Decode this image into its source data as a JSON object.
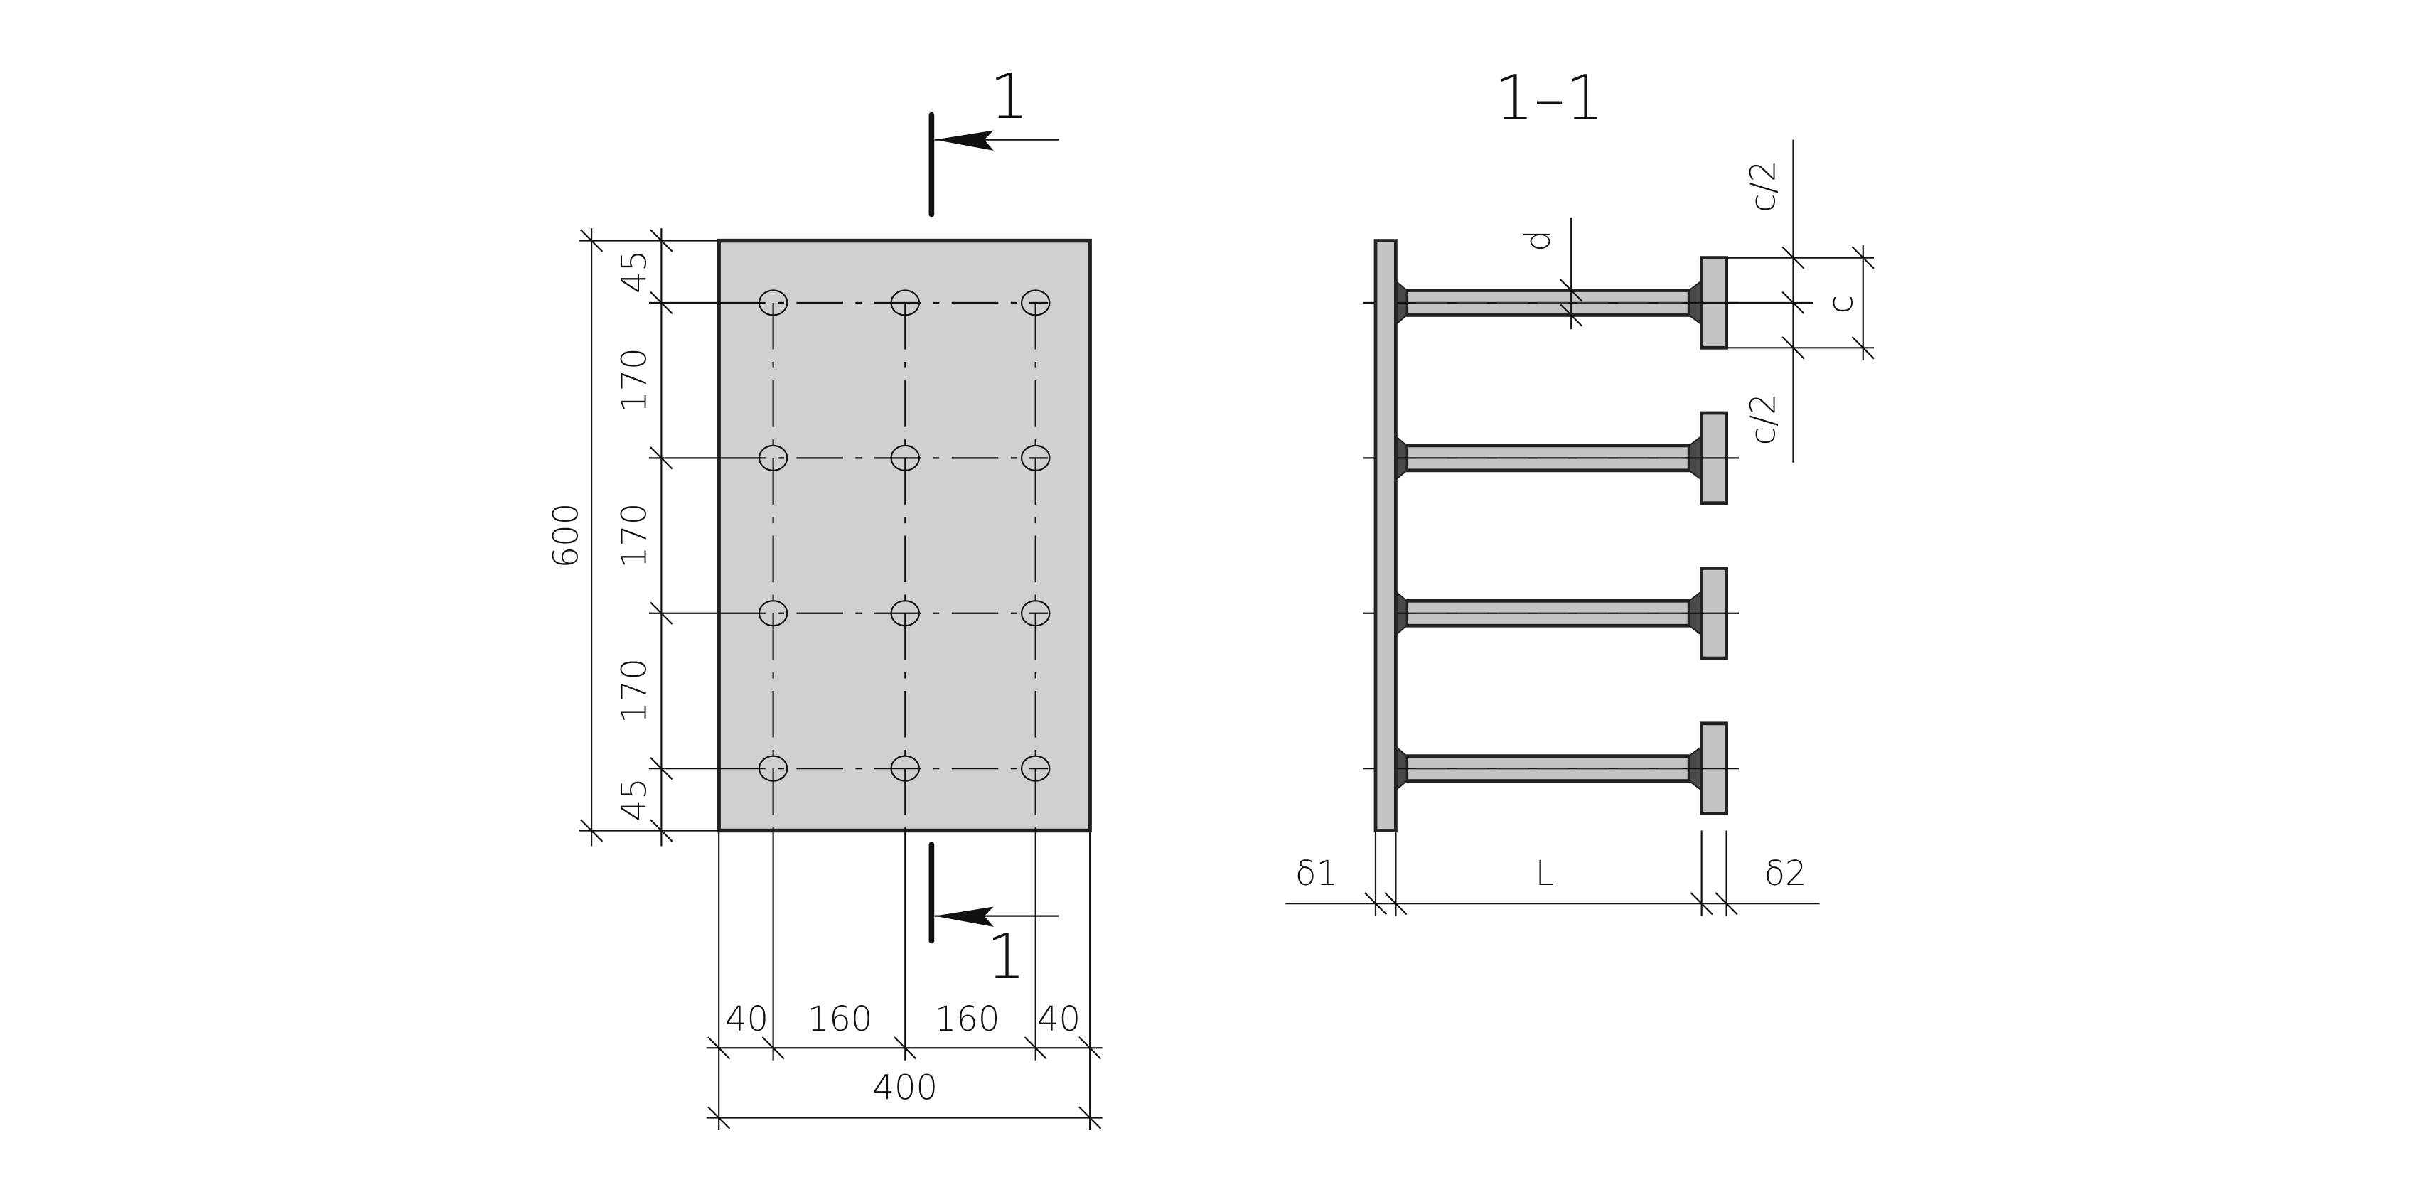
{
  "plan_view": {
    "section_mark_top": "1",
    "section_mark_bottom": "1",
    "height_total": "600",
    "vertical_spacings": [
      "45",
      "170",
      "170",
      "170",
      "45"
    ],
    "horizontal_spacings": [
      "40",
      "160",
      "160",
      "40"
    ],
    "width_total": "400"
  },
  "section_view": {
    "title": "1–1",
    "stud_diameter_label": "d",
    "head_half_top": "c/2",
    "head_size": "c",
    "head_half_bottom": "c/2",
    "plate_thickness_label": "δ1",
    "stud_length_label": "L",
    "head_thickness_label": "δ2"
  },
  "colors": {
    "plate_fill": "#d0d0d0",
    "weld_fill": "#4a4a4a",
    "line": "#111111"
  }
}
